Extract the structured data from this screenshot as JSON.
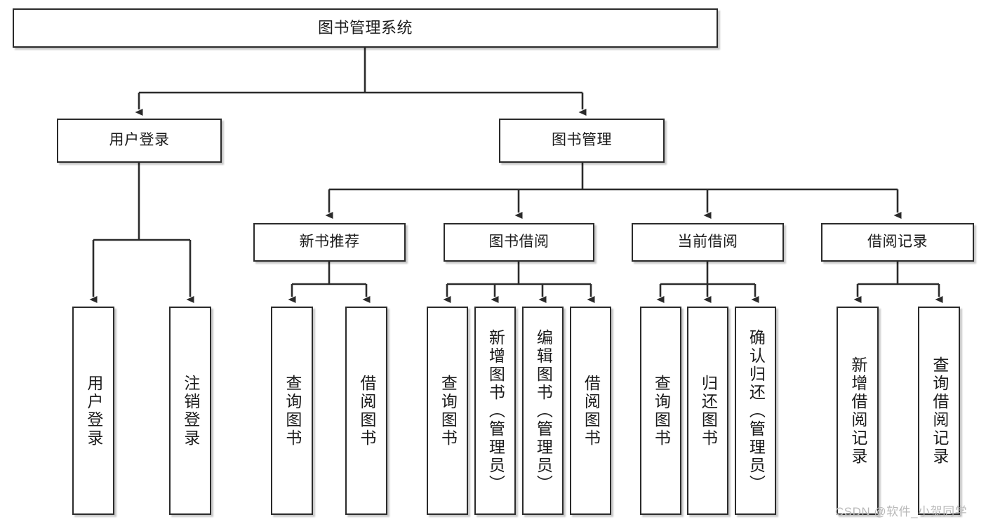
{
  "diagram": {
    "title": "图书管理系统",
    "type": "hierarchy-tree",
    "watermark": "CSDN @软件_小贺同学",
    "nodes": {
      "root": {
        "label": "图书管理系统"
      },
      "level2": [
        {
          "label": "用户登录"
        },
        {
          "label": "图书管理"
        }
      ],
      "level3": [
        {
          "label": "新书推荐"
        },
        {
          "label": "图书借阅"
        },
        {
          "label": "当前借阅"
        },
        {
          "label": "借阅记录"
        }
      ],
      "leaves": {
        "user_login": [
          {
            "label": "用户登录"
          },
          {
            "label": "注销登录"
          }
        ],
        "new_book": [
          {
            "label": "查询图书"
          },
          {
            "label": "借阅图书"
          }
        ],
        "book_borrow": [
          {
            "label": "查询图书"
          },
          {
            "label": "新增图书（管理员）"
          },
          {
            "label": "编辑图书（管理员）"
          },
          {
            "label": "借阅图书"
          }
        ],
        "current_borrow": [
          {
            "label": "查询图书"
          },
          {
            "label": "归还图书"
          },
          {
            "label": "确认归还（管理员）"
          }
        ],
        "borrow_record": [
          {
            "label": "新增借阅记录"
          },
          {
            "label": "查询借阅记录"
          }
        ]
      }
    },
    "colors": {
      "border": "#2b2b2b",
      "background": "#ffffff",
      "text": "#1b1b1b",
      "watermark": "#b9b9b9"
    }
  }
}
